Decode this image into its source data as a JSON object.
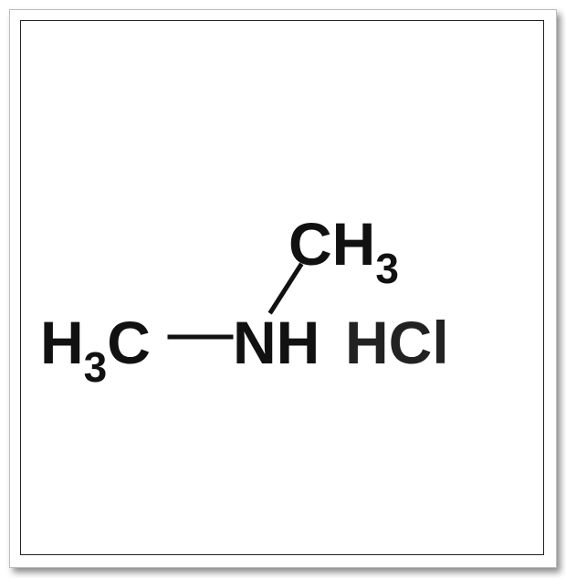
{
  "molecule": {
    "left_group": {
      "main": "H",
      "subscript": "3",
      "tail": "C"
    },
    "top_group": {
      "main": "CH",
      "subscript": "3"
    },
    "center_atom": "NH",
    "salt": "HCl"
  },
  "colors": {
    "ink": "#111111",
    "frame": "#222222",
    "background": "#ffffff"
  }
}
